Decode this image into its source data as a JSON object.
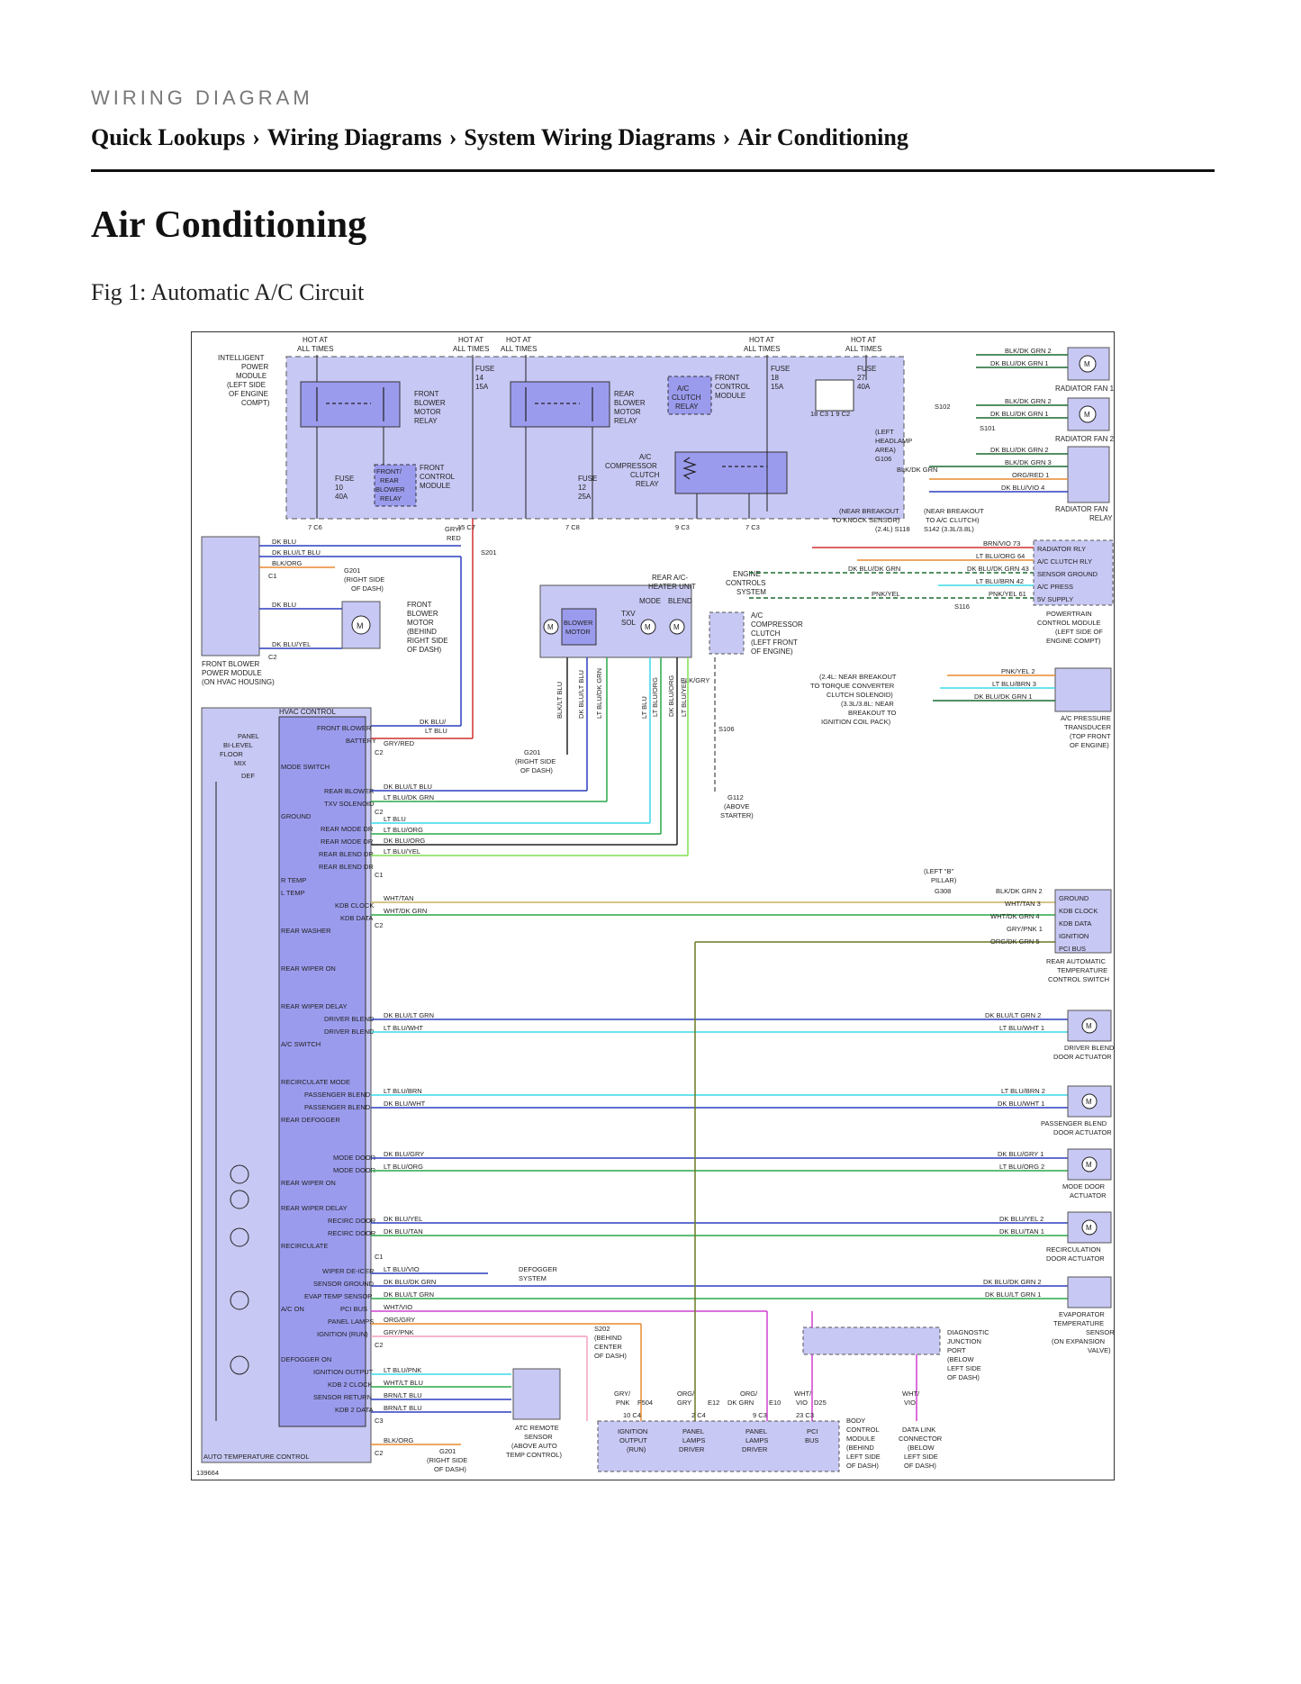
{
  "header": {
    "eyebrow": "WIRING DIAGRAM",
    "breadcrumb": [
      "Quick Lookups",
      "Wiring Diagrams",
      "System Wiring Diagrams",
      "Air Conditioning"
    ],
    "separator": "›"
  },
  "page_title": "Air Conditioning",
  "figure_caption": "Fig 1: Automatic A/C Circuit",
  "diagram": {
    "figure_id": "139664",
    "hot_label": "HOT AT ALL TIMES",
    "modules": {
      "ipm": "INTELLIGENT POWER MODULE (LEFT SIDE OF ENGINE COMPT)",
      "front_blower_relay": "FRONT BLOWER MOTOR RELAY",
      "rear_blower_relay": "REAR BLOWER MOTOR RELAY",
      "ac_clutch_relay": "A/C CLUTCH RELAY",
      "fcm": "FRONT CONTROL MODULE",
      "comp_clutch_relay": "A/C COMPRESSOR CLUTCH RELAY",
      "front_rear_blower_relay": "FRONT/ REAR BLOWER RELAY",
      "front_blower_power_module": "FRONT BLOWER POWER MODULE (ON HVAC HOUSING)",
      "front_blower_motor": "FRONT BLOWER MOTOR (BEHIND RIGHT SIDE OF DASH)",
      "rear_heater_unit": "REAR A/C-HEATER UNIT",
      "blower_motor": "BLOWER MOTOR",
      "txv_sol": "TXV SOL",
      "mode": "MODE",
      "blend": "BLEND",
      "comp_clutch": "A/C COMPRESSOR CLUTCH (LEFT FRONT OF ENGINE)",
      "engine_controls": "ENGINE CONTROLS SYSTEM",
      "radiator_fan_1": "RADIATOR FAN 1",
      "radiator_fan_2": "RADIATOR FAN 2",
      "radiator_fan_relay": "RADIATOR FAN RELAY",
      "pcm": "POWERTRAIN CONTROL MODULE (LEFT SIDE OF ENGINE COMPT)",
      "pressure_transducer": "A/C PRESSURE TRANSDUCER (TOP FRONT OF ENGINE)",
      "hvac_control": "HVAC CONTROL",
      "auto_temp_control": "AUTO TEMPERATURE CONTROL",
      "rear_auto_temp_switch": "REAR AUTOMATIC TEMPERATURE CONTROL SWITCH",
      "driver_blend": "DRIVER BLEND DOOR ACTUATOR",
      "passenger_blend": "PASSENGER BLEND DOOR ACTUATOR",
      "mode_door": "MODE DOOR ACTUATOR",
      "recirc_door": "RECIRCULATION DOOR ACTUATOR",
      "evap_sensor": "EVAPORATOR TEMPERATURE SENSOR (ON EXPANSION VALVE)",
      "diag_junction_port": "DIAGNOSTIC JUNCTION PORT (BELOW LEFT SIDE OF DASH)",
      "bcm": "BODY CONTROL MODULE (BEHIND LEFT SIDE OF DASH)",
      "dlc": "DATA LINK CONNECTOR (BELOW LEFT SIDE OF DASH)",
      "atc_remote": "ATC REMOTE SENSOR (ABOVE AUTO TEMP CONTROL)",
      "defogger": "DEFOGGER SYSTEM"
    },
    "fuses": [
      {
        "name": "FUSE",
        "num": "14",
        "rating": "15A"
      },
      {
        "name": "FUSE",
        "num": "18",
        "rating": "15A"
      },
      {
        "name": "FUSE",
        "num": "27",
        "rating": "40A"
      },
      {
        "name": "FUSE",
        "num": "10",
        "rating": "40A"
      },
      {
        "name": "FUSE",
        "num": "12",
        "rating": "25A"
      }
    ],
    "grounds": [
      "G201 (RIGHT SIDE OF DASH)",
      "G112 (ABOVE STARTER)",
      "G106",
      "G308",
      "(LEFT HEADLAMP AREA)",
      "(LEFT \"B\" PILLAR)"
    ],
    "splices": [
      "S201",
      "S106",
      "S102",
      "S101",
      "S116",
      "S118",
      "S142",
      "S202"
    ],
    "notes": {
      "knock": "(NEAR BREAKOUT TO KNOCK SENSOR) (2.4L)",
      "clutch": "(NEAR BREAKOUT TO A/C CLUTCH) (3.3L/3.8L)",
      "torque": "(2.4L: NEAR BREAKOUT TO TORQUE CONVERTER CLUTCH SOLENOID) (3.3L/3.8L: NEAR BREAKOUT TO IGNITION COIL PACK)",
      "s202": "(BEHIND CENTER OF DASH)"
    },
    "hvac_pins": [
      "FRONT BLOWER",
      "BATTERY",
      "MODE SWITCH",
      "REAR BLOWER",
      "TXV SOLENOID",
      "GROUND",
      "REAR MODE DR",
      "REAR MODE DR",
      "REAR BLEND DR",
      "REAR BLEND DR",
      "R TEMP",
      "L TEMP",
      "KDB CLOCK",
      "KDB DATA",
      "REAR WASHER",
      "REAR WIPER ON",
      "REAR WIPER DELAY",
      "DRIVER BLEND",
      "DRIVER BLEND",
      "A/C SWITCH",
      "RECIRCULATE MODE",
      "PASSENGER BLEND",
      "PASSENGER BLEND",
      "REAR DEFOGGER",
      "MODE DOOR",
      "MODE DOOR",
      "REAR WIPER ON",
      "REAR WIPER DELAY",
      "RECIRC DOOR",
      "RECIRC DOOR",
      "RECIRCULATE",
      "WIPER DE-ICER",
      "SENSOR GROUND",
      "EVAP TEMP SENSOR",
      "PCI BUS",
      "A/C ON",
      "PANEL LAMPS",
      "IGNITION (RUN)",
      "DEFOGGER ON",
      "IGNITION OUTPUT",
      "KDB 2 CLOCK",
      "SENSOR RETURN",
      "KDB 2 DATA"
    ],
    "mode_switch_positions": [
      "PANEL",
      "BI-LEVEL",
      "FLOOR",
      "MIX",
      "DEF"
    ],
    "wires": [
      "DK BLU",
      "DK BLU/LT BLU",
      "BLK/ORG",
      "DK BLU/YEL",
      "GRY/RED",
      "LT BLU/BRN",
      "LT BLU/ORG",
      "DK BLU/YEL",
      "LT BLU/DK GRN",
      "DK BLU/LT BLU",
      "LT BLU",
      "DK BLU/ORG",
      "LT BLU/YEL",
      "WHT/TAN",
      "WHT/DK GRN",
      "DK BLU/LT GRN",
      "LT BLU/WHT",
      "DK BLU/WHT",
      "DK BLU/GRY",
      "DK BLU/TAN",
      "LT BLU/VIO",
      "DK BLU/DK GRN",
      "WHT/VIO",
      "ORG/GRY",
      "GRY/PNK",
      "LT BLU/PNK",
      "WHT/LT BLU",
      "BRN/LT BLU",
      "BLK/DK GRN",
      "BRN/VIO",
      "PNK/YEL",
      "ORG/RED",
      "DK BLU/VIO",
      "ORG/DK GRN",
      "BLK/GRY"
    ],
    "connectors": [
      "C1",
      "C2",
      "C3",
      "C4",
      "C6",
      "C7",
      "C8",
      "F504",
      "E12",
      "E10",
      "D25"
    ],
    "pcm_pins": [
      "RADIATOR RLY",
      "A/C CLUTCH RLY",
      "SENSOR GROUND",
      "A/C PRESS",
      "5V SUPPLY"
    ],
    "rear_switch_pins": [
      "GROUND",
      "KDB CLOCK",
      "KDB DATA",
      "IGNITION",
      "PCI BUS"
    ],
    "bcm_pins": [
      "IGNITION OUTPUT (RUN)",
      "PANEL LAMPS DRIVER",
      "PANEL LAMPS DRIVER",
      "PCI BUS"
    ],
    "colors": {
      "module_fill": "#c8c8f4",
      "dark_fill": "#9b9bee",
      "red": "#d03030",
      "blue": "#2b3fbf",
      "lightblue": "#3ad8e8",
      "green": "#2aa84a",
      "lime": "#7fe050",
      "pink": "#f0a0c0",
      "magenta": "#d040d0",
      "orange": "#e88a30",
      "olive": "#6a7a20",
      "darkgreen": "#1a6a30"
    }
  }
}
